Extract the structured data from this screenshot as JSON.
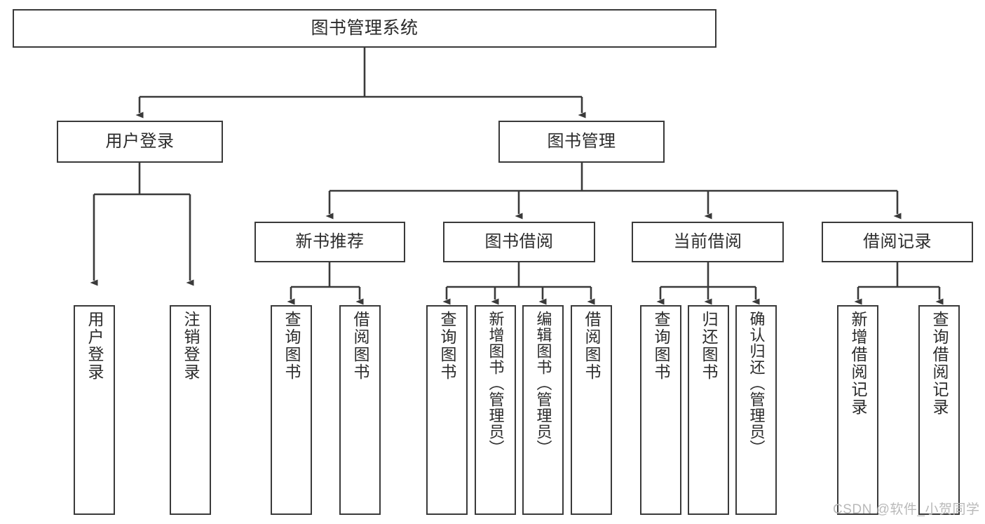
{
  "diagram": {
    "title": "图书管理系统",
    "type": "hierarchy-tree",
    "root": {
      "label": "图书管理系统"
    },
    "level2": [
      {
        "label": "用户登录"
      },
      {
        "label": "图书管理"
      }
    ],
    "level3": [
      {
        "label": "新书推荐",
        "parent": "图书管理"
      },
      {
        "label": "图书借阅",
        "parent": "图书管理"
      },
      {
        "label": "当前借阅",
        "parent": "图书管理"
      },
      {
        "label": "借阅记录",
        "parent": "图书管理"
      }
    ],
    "leaves": [
      {
        "label": "用户登录",
        "parent": "用户登录"
      },
      {
        "label": "注销登录",
        "parent": "用户登录"
      },
      {
        "label": "查询图书",
        "parent": "新书推荐"
      },
      {
        "label": "借阅图书",
        "parent": "新书推荐"
      },
      {
        "label": "查询图书",
        "parent": "图书借阅"
      },
      {
        "label": "新增图书（管理员）",
        "parent": "图书借阅"
      },
      {
        "label": "编辑图书（管理员）",
        "parent": "图书借阅"
      },
      {
        "label": "借阅图书",
        "parent": "图书借阅"
      },
      {
        "label": "查询图书",
        "parent": "当前借阅"
      },
      {
        "label": "归还图书",
        "parent": "当前借阅"
      },
      {
        "label": "确认归还（管理员）",
        "parent": "当前借阅"
      },
      {
        "label": "新增借阅记录",
        "parent": "借阅记录"
      },
      {
        "label": "查询借阅记录",
        "parent": "借阅记录"
      }
    ],
    "watermark": "CSDN @软件_小贺同学",
    "colors": {
      "stroke": "#3a3a3a",
      "text": "#2b2b2b",
      "background": "#ffffff",
      "watermark": "#b9b9b9"
    }
  }
}
